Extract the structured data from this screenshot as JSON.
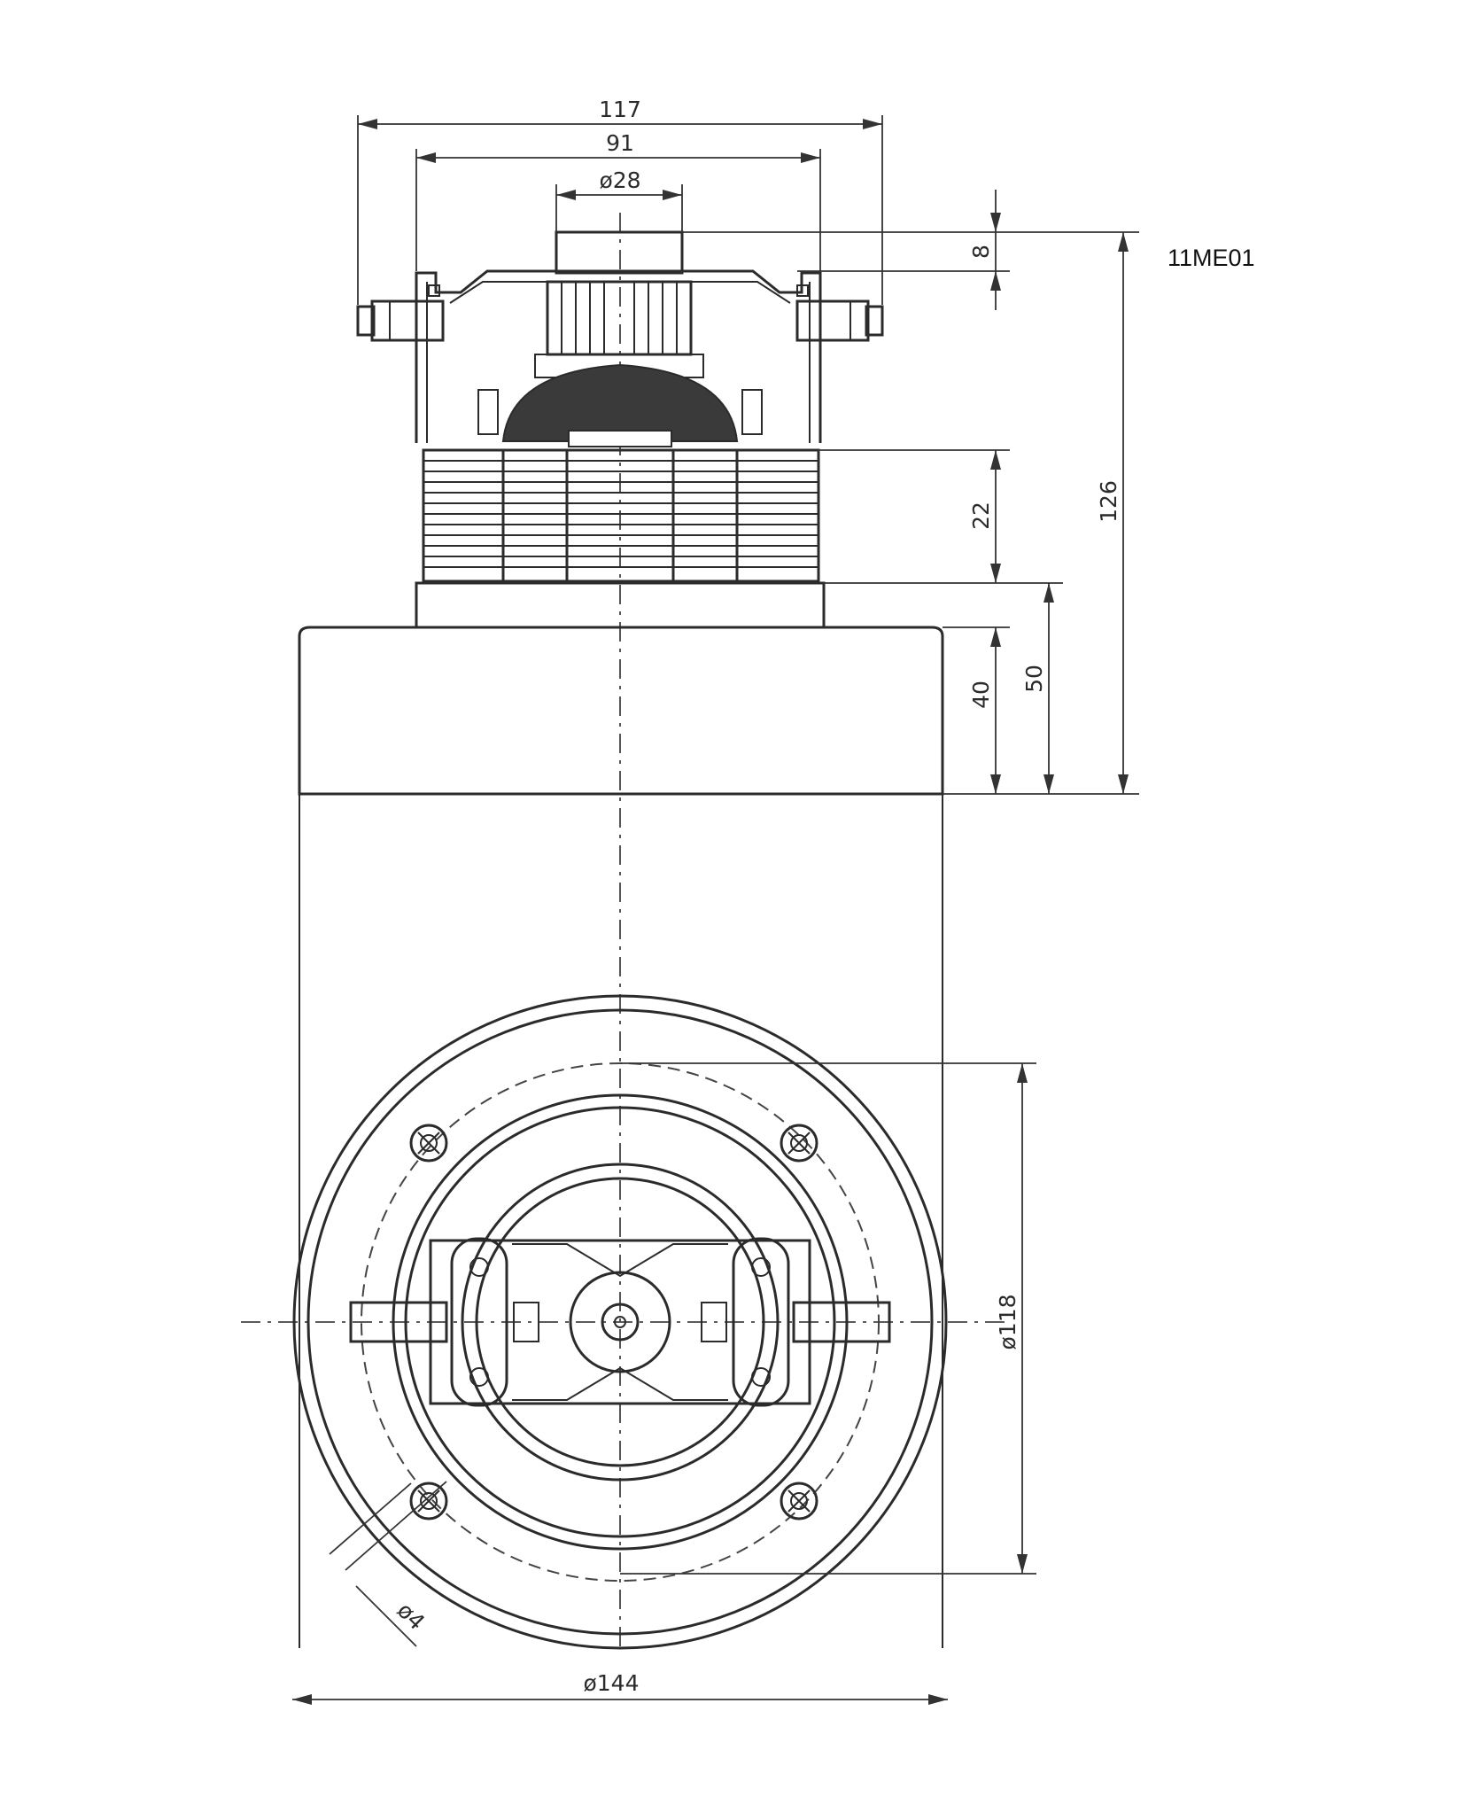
{
  "model_code": "11ME01",
  "dimensions": {
    "width_117": "117",
    "width_91": "91",
    "shaft_dia": "ø28",
    "shaft_height": "8",
    "stator_height": "22",
    "overall_height": "126",
    "fan_housing": "40",
    "fan_total": "50",
    "bolt_circle": "ø118",
    "hole_dia": "ø4",
    "housing_dia": "ø144"
  },
  "colors": {
    "line": "#2b2b2b",
    "paper": "#ffffff"
  }
}
